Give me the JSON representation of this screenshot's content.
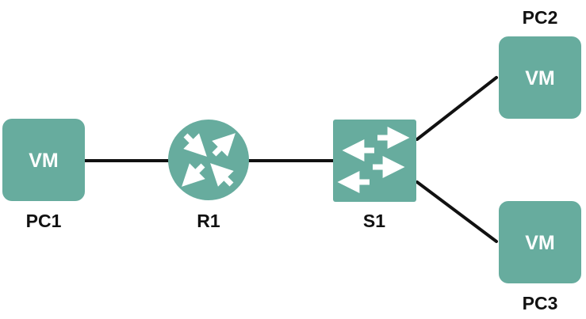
{
  "colors": {
    "device_fill": "#67ac9e",
    "link": "#111111",
    "arrow": "#ffffff",
    "label": "#111111"
  },
  "nodes": {
    "pc1": {
      "label": "PC1",
      "badge": "VM",
      "icon": "vm-icon"
    },
    "r1": {
      "label": "R1",
      "icon": "router-icon"
    },
    "s1": {
      "label": "S1",
      "icon": "switch-icon"
    },
    "pc2": {
      "label": "PC2",
      "badge": "VM",
      "icon": "vm-icon"
    },
    "pc3": {
      "label": "PC3",
      "badge": "VM",
      "icon": "vm-icon"
    }
  },
  "links": [
    {
      "from": "PC1",
      "to": "R1"
    },
    {
      "from": "R1",
      "to": "S1"
    },
    {
      "from": "S1",
      "to": "PC2"
    },
    {
      "from": "S1",
      "to": "PC3"
    }
  ]
}
